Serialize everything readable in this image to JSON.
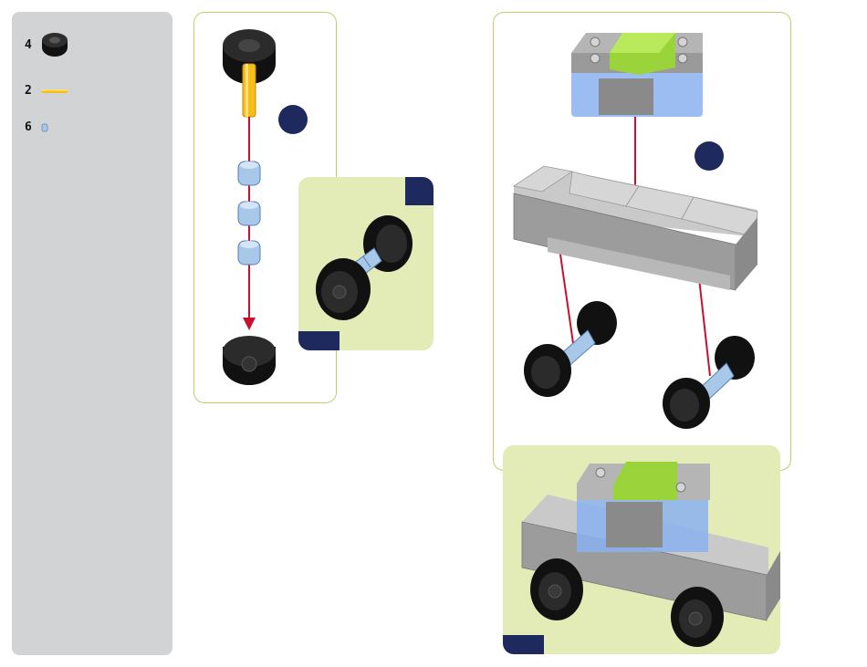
{
  "parts_list": {
    "items": [
      {
        "qty": "4",
        "icon": "wheel-icon"
      },
      {
        "qty": "2",
        "icon": "axle-icon"
      },
      {
        "qty": "6",
        "icon": "bushing-icon"
      }
    ]
  },
  "colors": {
    "panel_gray": "#d1d3d4",
    "frame_green": "#b6d36a",
    "callout_green": "#e3ebb6",
    "marker_navy": "#1e2a5e",
    "guide_red": "#c8102e",
    "axle_yellow": "#f6be1a",
    "bushing_blue": "#a8c8ea",
    "brick_gray": "#a5a5a5",
    "tile_lime": "#9bd43a",
    "transparent_blue": "#7fa7ef"
  }
}
